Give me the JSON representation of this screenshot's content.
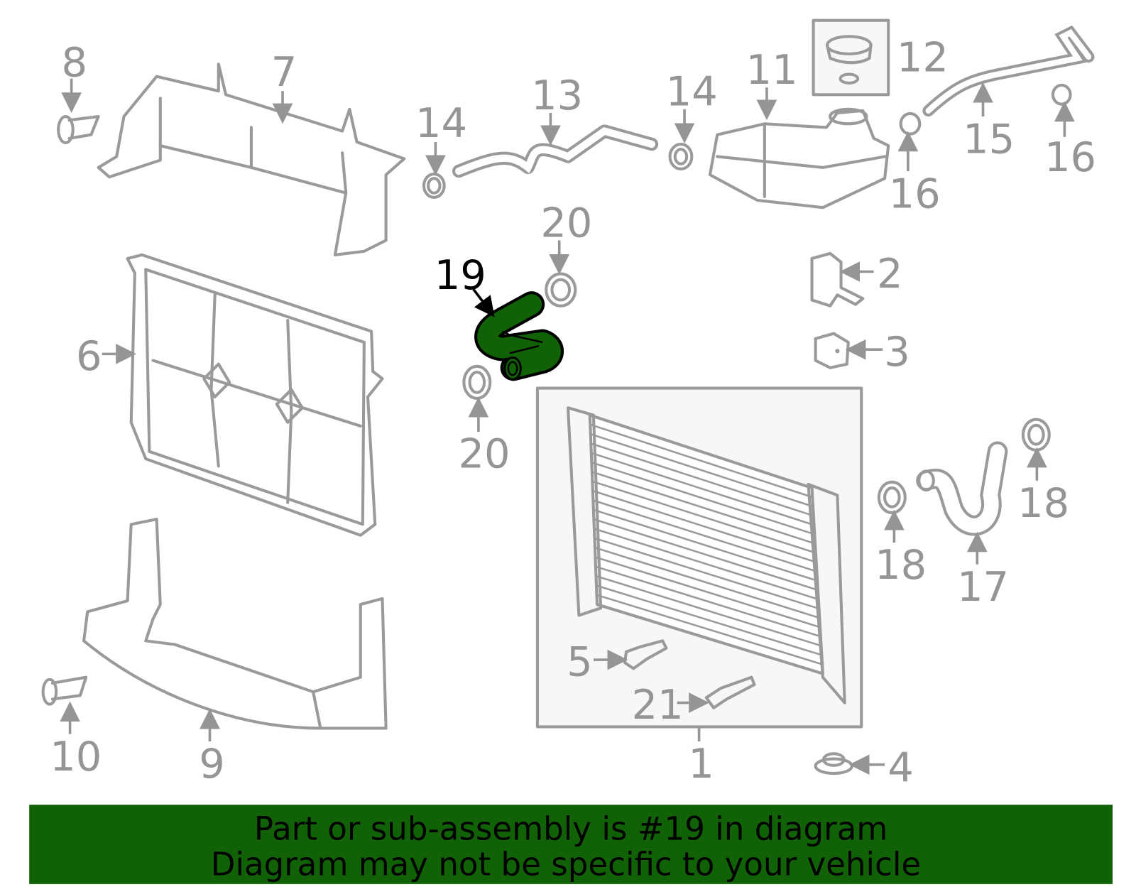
{
  "diagram": {
    "highlighted_part": "19",
    "highlight_color": "#116206",
    "part_color": "#9a9a9a",
    "callouts": [
      {
        "id": "c8",
        "number": "8"
      },
      {
        "id": "c7",
        "number": "7"
      },
      {
        "id": "c14a",
        "number": "14"
      },
      {
        "id": "c13",
        "number": "13"
      },
      {
        "id": "c14b",
        "number": "14"
      },
      {
        "id": "c11",
        "number": "11"
      },
      {
        "id": "c12",
        "number": "12"
      },
      {
        "id": "c15",
        "number": "15"
      },
      {
        "id": "c16a",
        "number": "16"
      },
      {
        "id": "c16b",
        "number": "16"
      },
      {
        "id": "c20a",
        "number": "20"
      },
      {
        "id": "c19",
        "number": "19"
      },
      {
        "id": "c2",
        "number": "2"
      },
      {
        "id": "c3",
        "number": "3"
      },
      {
        "id": "c6",
        "number": "6"
      },
      {
        "id": "c20b",
        "number": "20"
      },
      {
        "id": "c1",
        "number": "1"
      },
      {
        "id": "c5",
        "number": "5"
      },
      {
        "id": "c21",
        "number": "21"
      },
      {
        "id": "c4",
        "number": "4"
      },
      {
        "id": "c18a",
        "number": "18"
      },
      {
        "id": "c18b",
        "number": "18"
      },
      {
        "id": "c17",
        "number": "17"
      },
      {
        "id": "c10",
        "number": "10"
      },
      {
        "id": "c9",
        "number": "9"
      }
    ]
  },
  "banner": {
    "line1": "Part or sub-assembly is #19 in diagram",
    "line2": "Diagram may not be specific to your vehicle",
    "background": "#116206"
  }
}
